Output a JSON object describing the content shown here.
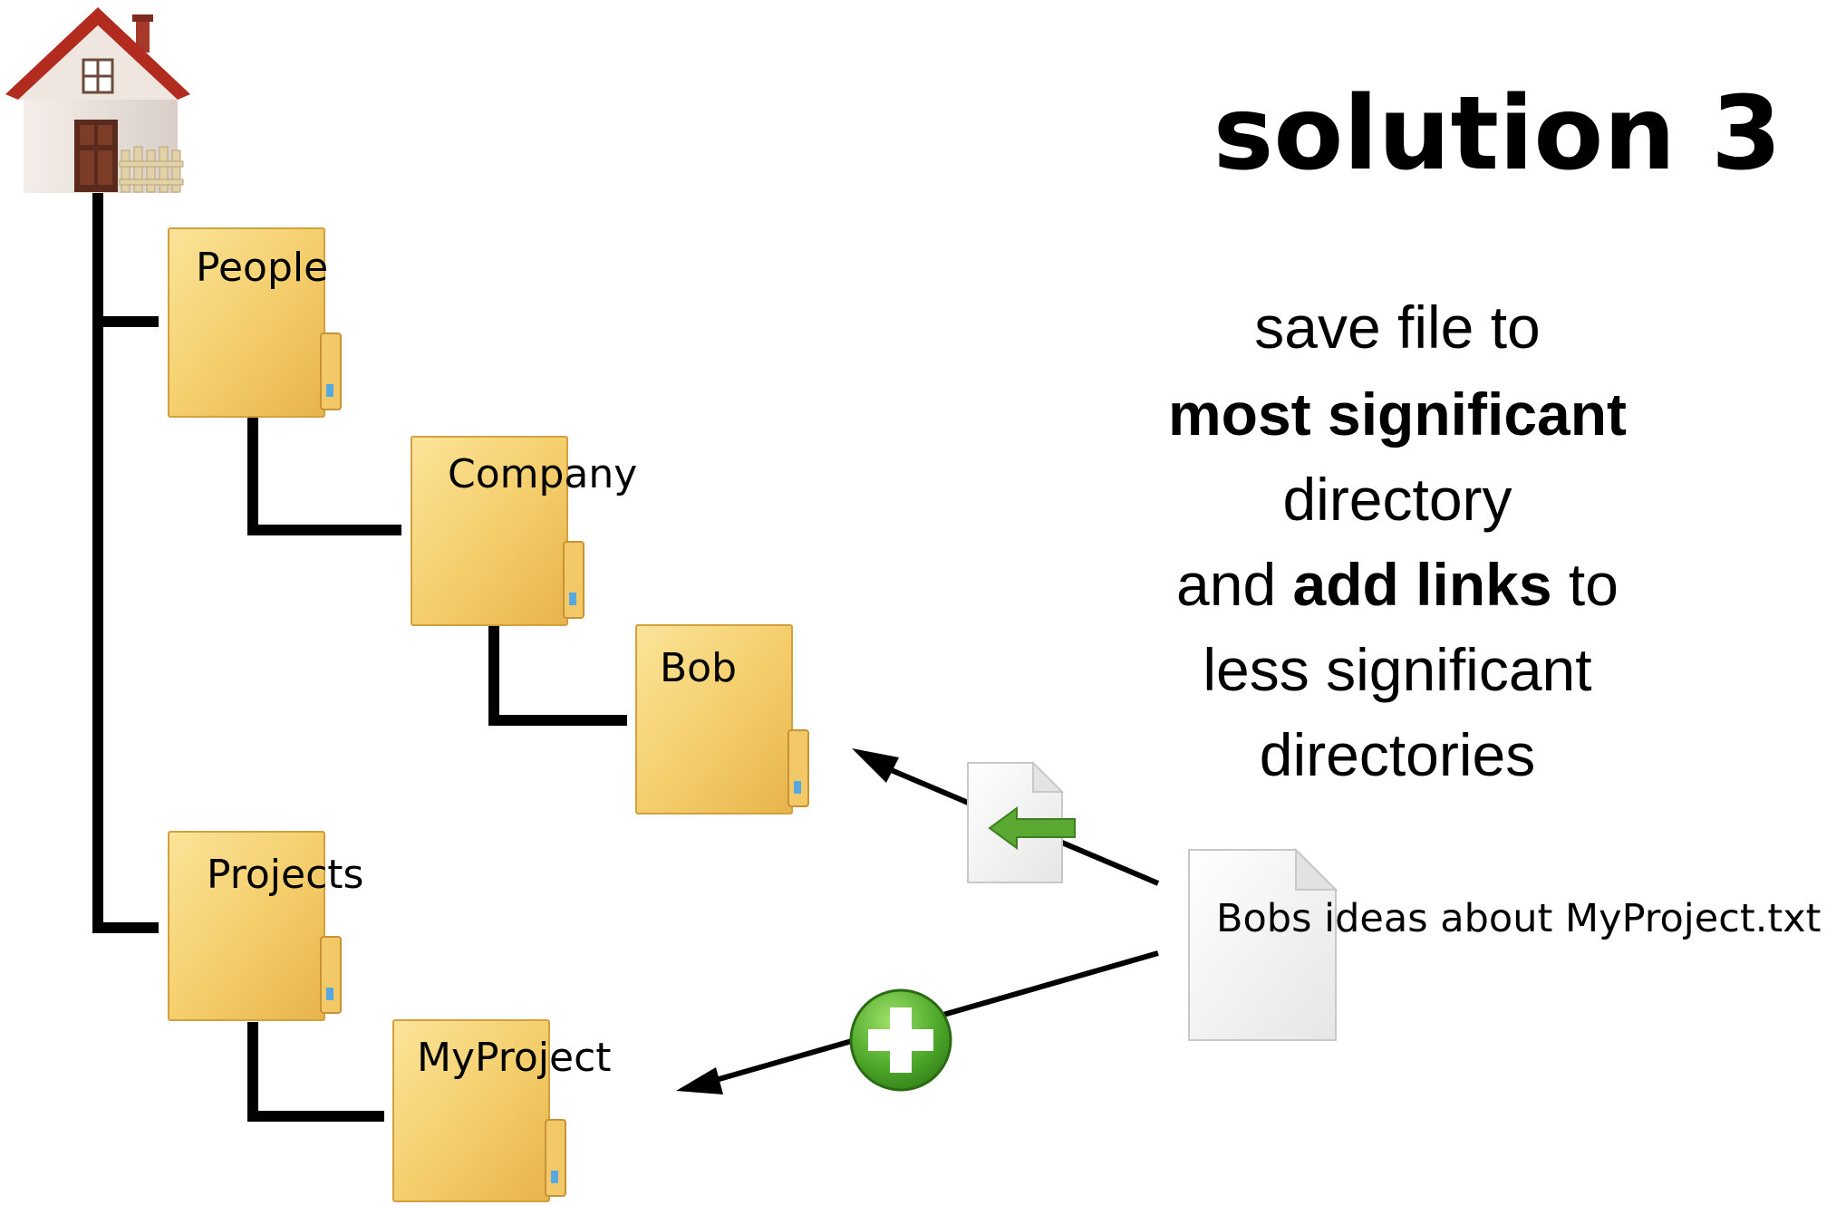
{
  "title": "solution 3",
  "home": {
    "icon": "house-icon"
  },
  "folders": {
    "people": "People",
    "company": "Company",
    "bob": "Bob",
    "projects": "Projects",
    "myproject": "MyProject"
  },
  "file": {
    "name": "Bobs ideas about MyProject.txt",
    "icon": "text-file-icon"
  },
  "link_file": {
    "icon": "file-link-arrow-icon"
  },
  "add_link": {
    "icon": "green-plus-icon"
  },
  "description": {
    "line1": "save file to",
    "line2": "most significant",
    "line3": "directory",
    "line4_a": "and ",
    "line4_b": "add links",
    "line4_c": " to",
    "line5": "less significant",
    "line6": "directories"
  },
  "colors": {
    "folder": "#f2c25a",
    "tree_line": "#000000",
    "roof": "#b22b1f",
    "link_arrow": "#5aa832",
    "plus_button": "#4ea82a"
  }
}
